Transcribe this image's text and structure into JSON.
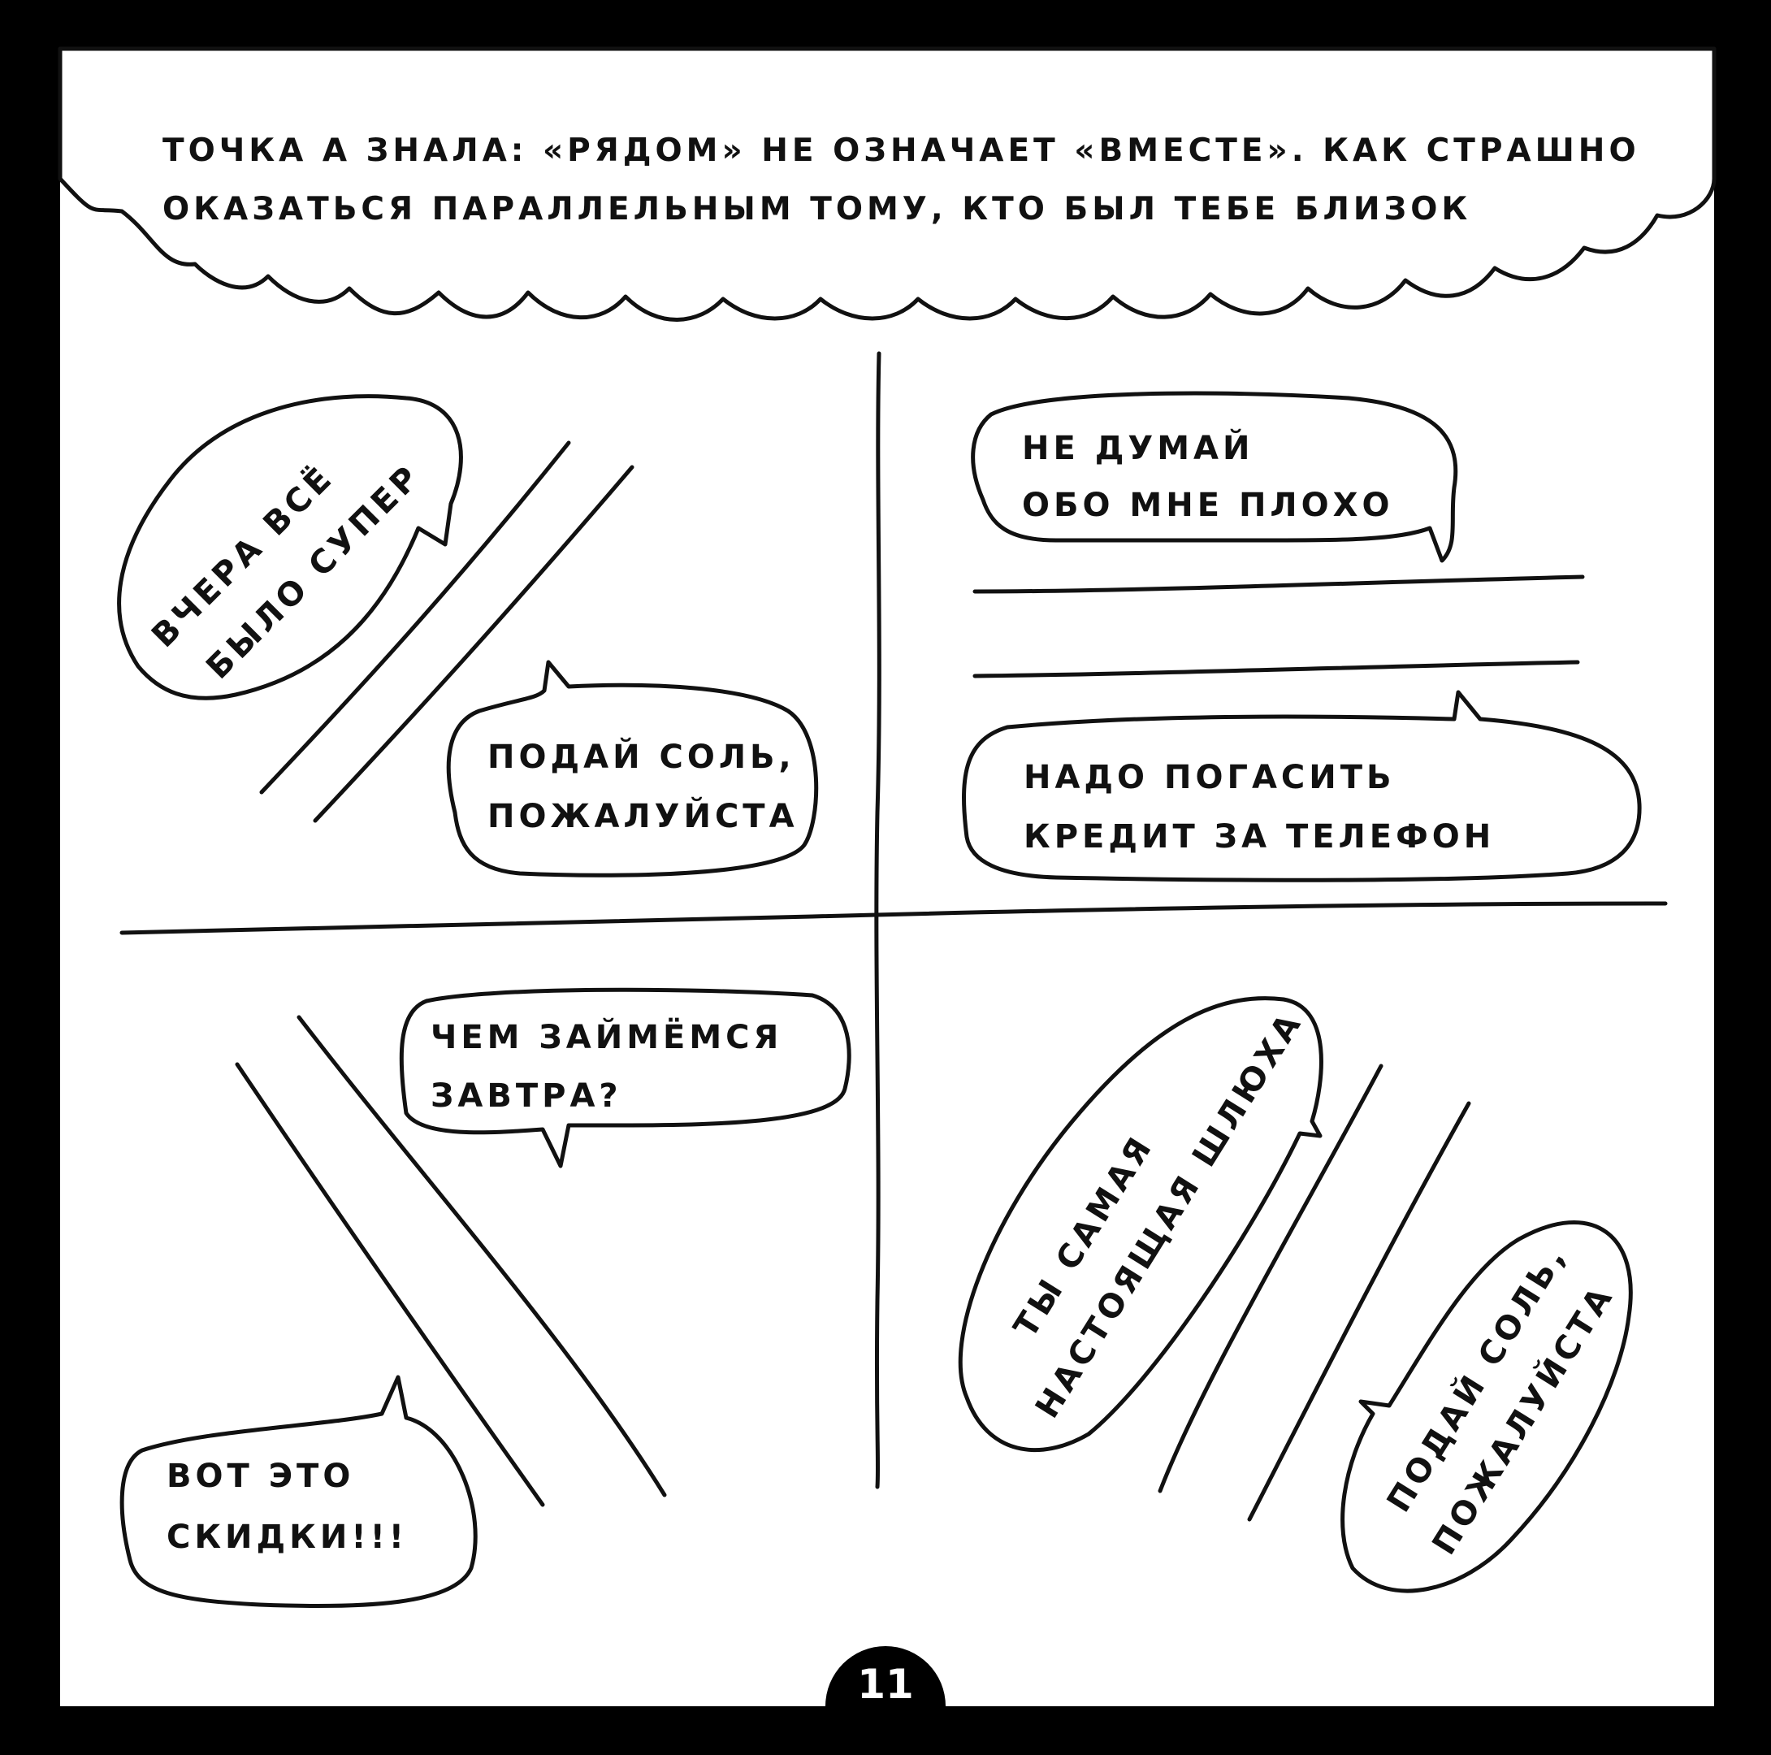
{
  "caption": {
    "line1": "ТОЧКА А ЗНАЛА: «РЯДОМ» НЕ ОЗНАЧАЕТ «ВМЕСТЕ». КАК СТРАШНО",
    "line2": "ОКАЗАТЬСЯ ПАРАЛЛЕЛЬНЫМ ТОМУ, КТО БЫЛ ТЕБЕ БЛИЗОК"
  },
  "panels": {
    "top_left": {
      "bubble_a": {
        "line1": "ВЧЕРА ВСЁ",
        "line2": "БЫЛО СУПЕР"
      },
      "bubble_b": {
        "line1": "ПОДАЙ СОЛЬ,",
        "line2": "ПОЖАЛУЙСТА"
      }
    },
    "top_right": {
      "bubble_a": {
        "line1": "НЕ ДУМАЙ",
        "line2": "ОБО МНЕ ПЛОХО"
      },
      "bubble_b": {
        "line1": "НАДО ПОГАСИТЬ",
        "line2": "КРЕДИТ ЗА ТЕЛЕФОН"
      }
    },
    "bottom_left": {
      "bubble_a": {
        "line1": "ЧЕМ ЗАЙМЁМСЯ",
        "line2": "ЗАВТРА?"
      },
      "bubble_b": {
        "line1": "ВОТ ЭТО",
        "line2": "СКИДКИ!!!"
      }
    },
    "bottom_right": {
      "bubble_a": {
        "line1": "ТЫ САМАЯ",
        "line2": "НАСТОЯЩАЯ ШЛЮХА"
      },
      "bubble_b": {
        "line1": "ПОДАЙ СОЛЬ,",
        "line2": "ПОЖАЛУЙСТА"
      }
    }
  },
  "page_number": "11"
}
